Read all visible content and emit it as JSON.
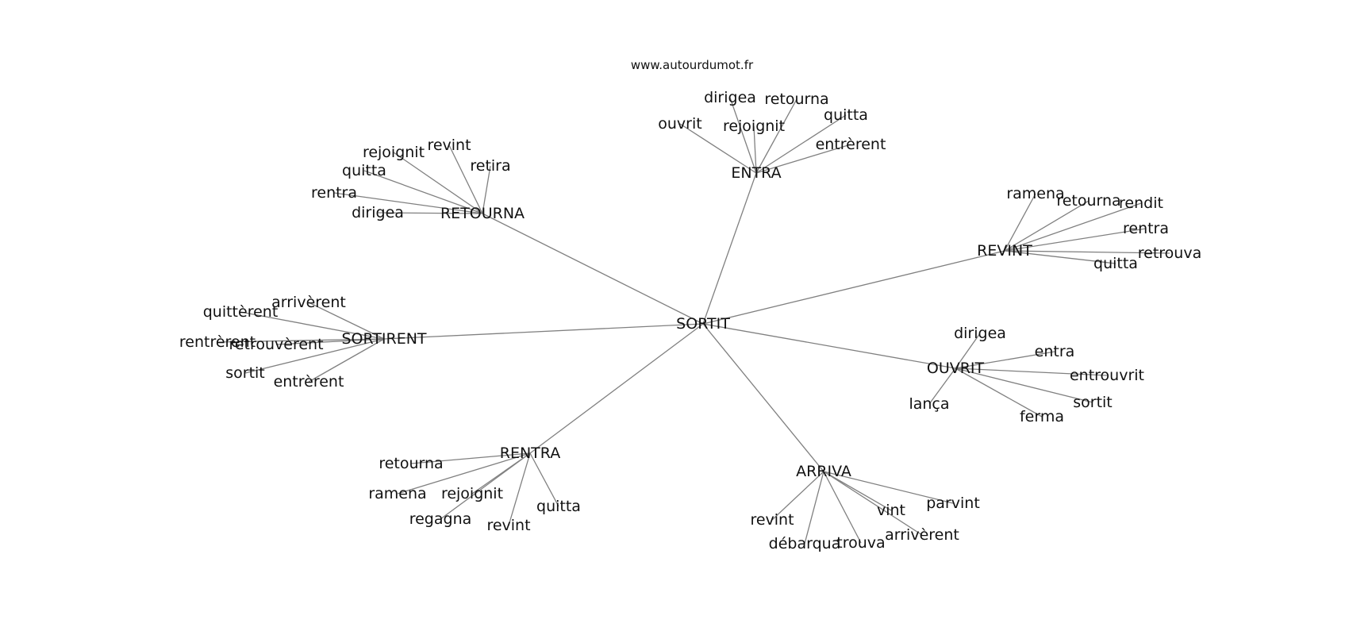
{
  "site_label": "www.autourdumot.fr",
  "center": {
    "label": "SORTIT"
  },
  "hubs": [
    {
      "label": "ENTRA",
      "leaves": [
        "dirigea",
        "retourna",
        "ouvrit",
        "rejoignit",
        "quitta",
        "entrèrent"
      ]
    },
    {
      "label": "RETOURNA",
      "leaves": [
        "rejoignit",
        "revint",
        "retira",
        "quitta",
        "rentra",
        "dirigea"
      ]
    },
    {
      "label": "REVINT",
      "leaves": [
        "ramena",
        "retourna",
        "rendit",
        "rentra",
        "retrouva",
        "quitta"
      ]
    },
    {
      "label": "SORTIRENT",
      "leaves": [
        "arrivèrent",
        "quittèrent",
        "rentrèrent",
        "retrouvèrent",
        "sortit",
        "entrèrent"
      ]
    },
    {
      "label": "OUVRIT",
      "leaves": [
        "dirigea",
        "entra",
        "entrouvrit",
        "sortit",
        "ferma",
        "lança"
      ]
    },
    {
      "label": "RENTRA",
      "leaves": [
        "retourna",
        "ramena",
        "rejoignit",
        "regagna",
        "revint",
        "quitta"
      ]
    },
    {
      "label": "ARRIVA",
      "leaves": [
        "parvint",
        "vint",
        "arrivèrent",
        "trouva",
        "débarqua",
        "revint"
      ]
    }
  ]
}
